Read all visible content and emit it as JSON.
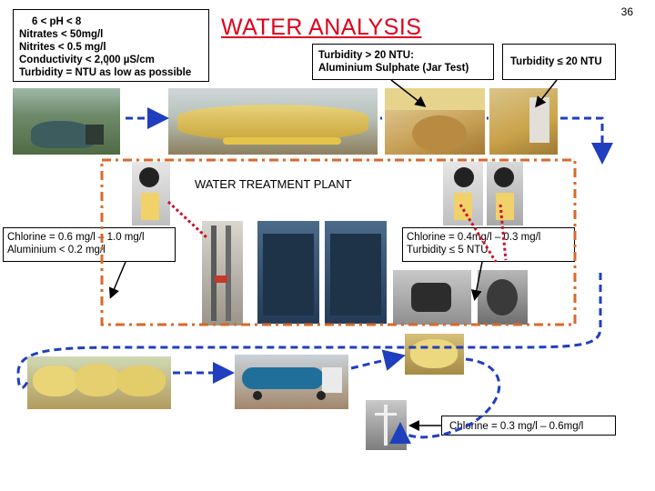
{
  "page_number": "36",
  "title": "WATER ANALYSIS",
  "source_box": {
    "line1": "6 < pH < 8",
    "line2": "Nitrates < 50mg/l",
    "line3": "Nitrites < 0.5 mg/l",
    "line4": "Conductivity < 2,000 µS/cm",
    "line5": "Turbidity = NTU as low as possible"
  },
  "turbidity_high_box": {
    "line1": "Turbidity > 20 NTU:",
    "line2": "Aluminium Sulphate (Jar Test)"
  },
  "turbidity_low_box": {
    "line1": "Turbidity ≤ 20 NTU"
  },
  "plant_label": "WATER TREATMENT PLANT",
  "chlorine_left_box": {
    "line1": "Chlorine = 0.6 mg/l – 1.0 mg/l",
    "line2": "Aluminium < 0.2 mg/l"
  },
  "chlorine_right_box": {
    "line1": "Chlorine = 0.4mg/l – 0.3 mg/l",
    "line2": "Turbidity ≤ 5 NTU"
  },
  "chlorine_tap_box": {
    "line1": "Chlorine = 0.3 mg/l – 0.6mg/l"
  },
  "colors": {
    "title_red": "#e0001b",
    "flow_blue": "#1f3fbf",
    "plant_orange": "#d9682a",
    "pointer_red": "#c8102e"
  }
}
